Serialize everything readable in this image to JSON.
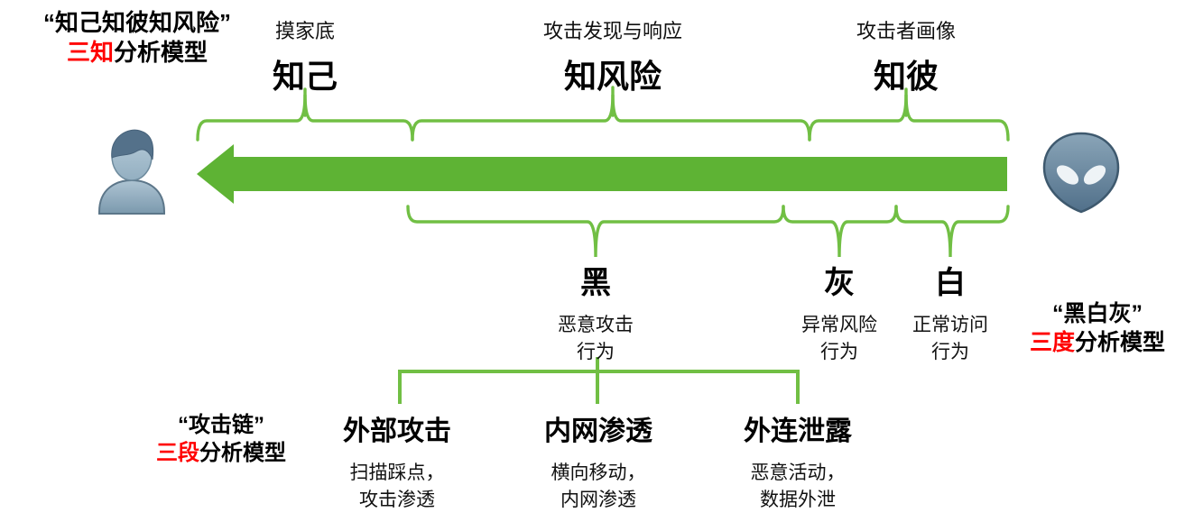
{
  "colors": {
    "arrow_green": "#5eb334",
    "line_green": "#71bf44",
    "accent_red": "#ff0000",
    "text_black": "#000000",
    "icon_blue": "#6c8ba2"
  },
  "icons": {
    "left": "user-avatar-icon",
    "right": "alien-attacker-icon"
  },
  "left_model": {
    "line1": "“知己知彼知风险”",
    "line2_red": "三知",
    "line2_rest": "分析模型"
  },
  "right_model": {
    "line1": "“黑白灰”",
    "line2_red": "三度",
    "line2_rest": "分析模型"
  },
  "chain_model": {
    "line1": "“攻击链”",
    "line2_red": "三段",
    "line2_rest": "分析模型"
  },
  "top_stages": [
    {
      "subtitle": "摸家底",
      "title": "知己"
    },
    {
      "subtitle": "攻击发现与响应",
      "title": "知风险"
    },
    {
      "subtitle": "攻击者画像",
      "title": "知彼"
    }
  ],
  "bottom_categories": [
    {
      "title": "黑",
      "desc_line1": "恶意攻击",
      "desc_line2": "行为"
    },
    {
      "title": "灰",
      "desc_line1": "异常风险",
      "desc_line2": "行为"
    },
    {
      "title": "白",
      "desc_line1": "正常访问",
      "desc_line2": "行为"
    }
  ],
  "attack_stages": [
    {
      "title": "外部攻击",
      "desc_line1": "扫描踩点，",
      "desc_line2": "攻击渗透"
    },
    {
      "title": "内网渗透",
      "desc_line1": "横向移动，",
      "desc_line2": "内网渗透"
    },
    {
      "title": "外连泄露",
      "desc_line1": "恶意活动，",
      "desc_line2": "数据外泄"
    }
  ]
}
